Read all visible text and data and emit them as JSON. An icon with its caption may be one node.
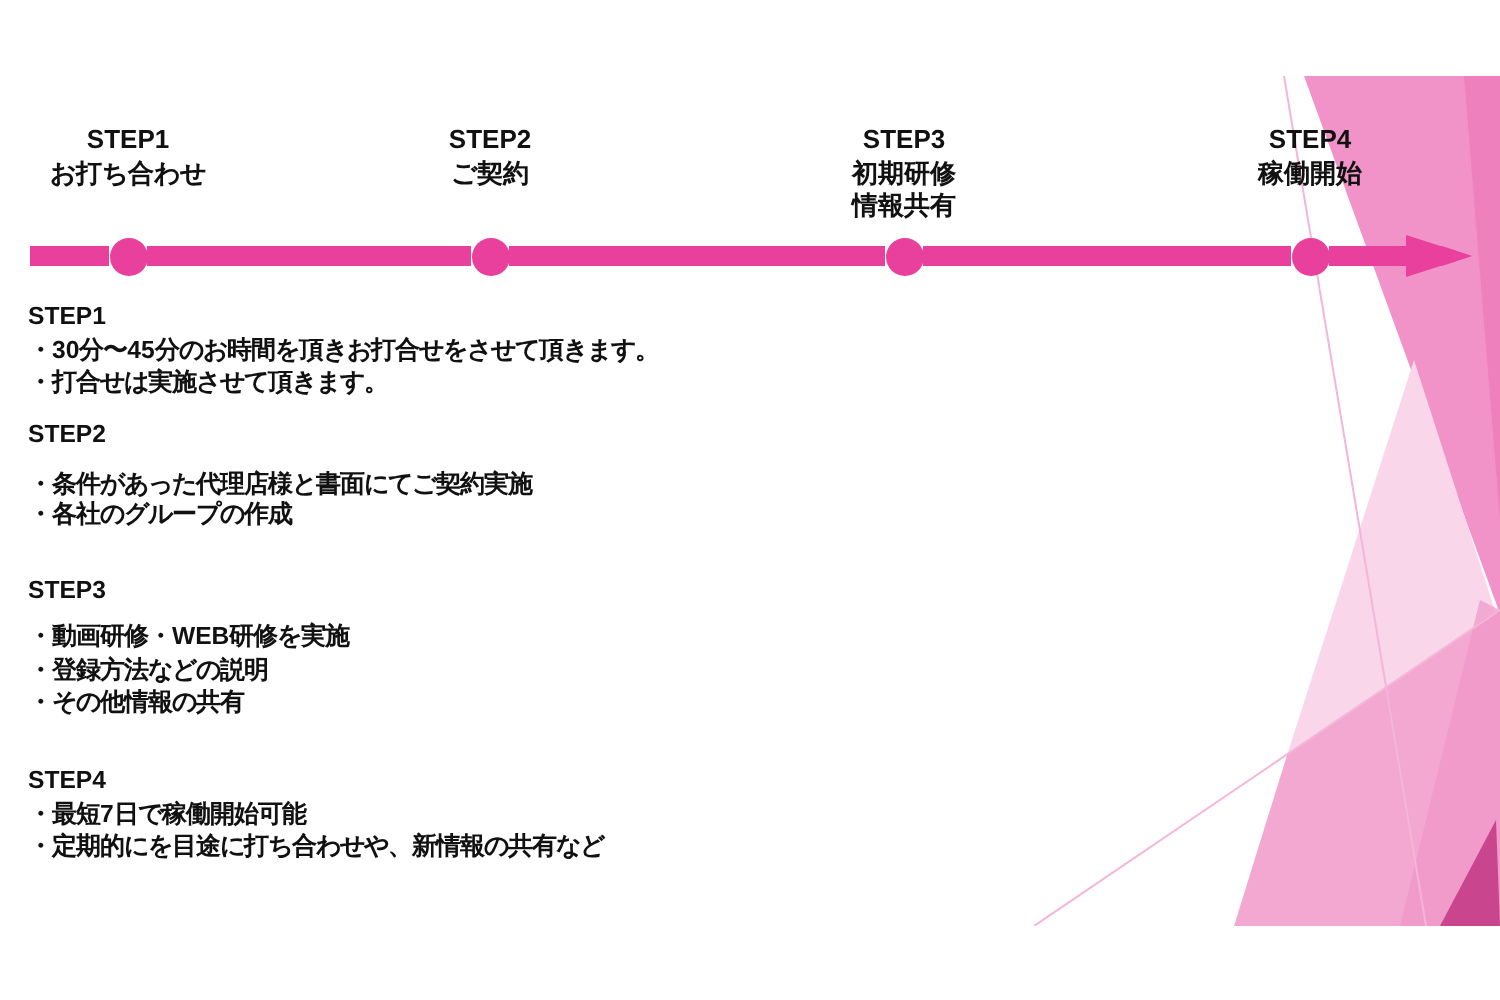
{
  "diagram": {
    "nodes": [
      {
        "text": [],
        "shape": "circle",
        "beside": [
          "STEP1",
          "お打ち合わせ"
        ]
      },
      {
        "text": [],
        "shape": "circle",
        "beside": [
          "STEP2",
          "ご契約"
        ]
      },
      {
        "text": [],
        "shape": "circle",
        "beside": [
          "STEP3",
          "初期研修",
          "情報共有"
        ]
      },
      {
        "text": [],
        "shape": "circle",
        "beside": [
          "STEP4",
          "稼働開始"
        ]
      }
    ],
    "edges": [
      {
        "from": null,
        "to": 0,
        "arrow": "none"
      },
      {
        "from": 0,
        "to": 1,
        "arrow": "none"
      },
      {
        "from": 1,
        "to": 2,
        "arrow": "none"
      },
      {
        "from": 2,
        "to": 3,
        "arrow": "none"
      },
      {
        "from": 3,
        "to": null,
        "arrow": "to"
      }
    ],
    "labels": [
      "STEP1",
      "・30分〜45分のお時間を頂きお打合せをさせて頂きます。",
      "・打合せは実施させて頂きます。",
      "STEP2",
      "・条件があった代理店様と書面にてご契約実施",
      "・各社のグループの作成",
      "STEP3",
      "・動画研修・WEB研修を実施",
      "・登録方法などの説明",
      "・その他情報の共有",
      "STEP4",
      "・最短7日で稼働開始可能",
      "・定期的にを目途に打ち合わせや、新情報の共有など"
    ]
  }
}
